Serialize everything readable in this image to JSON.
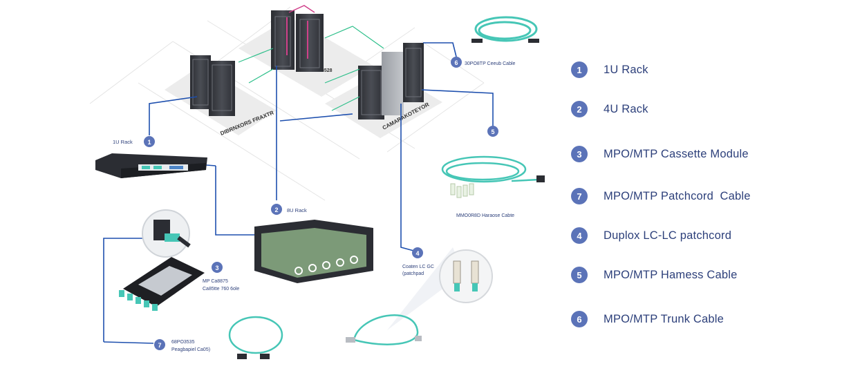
{
  "colors": {
    "badge": "#5b73b8",
    "legend_text": "#2c3f7a",
    "cable_blue": "#1d4fae",
    "cable_green": "#2dbf8a",
    "aqua": "#46c6b6",
    "rack_dark": "#3b3e44"
  },
  "legend": [
    {
      "num": "1",
      "label": "1U Rack"
    },
    {
      "num": "2",
      "label": "4U Rack"
    },
    {
      "num": "3",
      "label": "MPO/MTP Cassette Module"
    },
    {
      "num": "7",
      "label": "MPO/MTP Patchcord  Cable"
    },
    {
      "num": "4",
      "label": "Duplox LC-LC patchcord"
    },
    {
      "num": "5",
      "label": "MPO/MTP Hamess Cable"
    },
    {
      "num": "6",
      "label": "MPO/MTP Trunk Cable"
    }
  ],
  "diagram": {
    "badges": {
      "b1": "1",
      "b2": "2",
      "b3": "3",
      "b4": "4",
      "b5": "5",
      "b6": "6",
      "b7": "7"
    },
    "labels": {
      "rack_1u": "1U Rack",
      "rack_4u": "8U Rack",
      "cassette_1": "MP Ca8875",
      "cassette_2": "Ca85tte 760 6ole",
      "duplex_1": "Coaten LC GC",
      "duplex_2": "(patchpad",
      "patch_1": "68PO3535",
      "patch_2": "Peagbapiel Ca05)",
      "trunk": "30PO8TP Ceeub Cable",
      "harness": "MMO0R8D Haraose Cabte",
      "zone_left": "DIBRNXORS FRAXTR",
      "zone_top": "8528",
      "zone_right": "CAMARAKOTEYOR"
    }
  }
}
